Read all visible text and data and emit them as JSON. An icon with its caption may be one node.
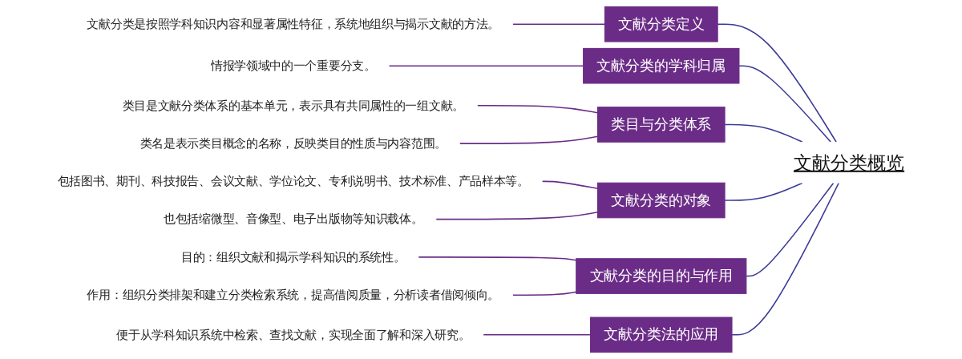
{
  "diagram": {
    "nodes": [
      {
        "text": [
          "文献分类概览"
        ]
      },
      {
        "text": [
          "文献分类定义"
        ]
      },
      {
        "text": [
          "文献分类是按照学科知识内容和显著属性特征，系统地组织与揭示文献的方法。"
        ]
      },
      {
        "text": [
          "文献分类的学科归属"
        ]
      },
      {
        "text": [
          "情报学领域中的一个重要分支。"
        ]
      },
      {
        "text": [
          "类目与分类体系"
        ]
      },
      {
        "text": [
          "类目是文献分类体系的基本单元，表示具有共同属性的一组文献。"
        ]
      },
      {
        "text": [
          "类名是表示类目概念的名称，反映类目的性质与内容范围。"
        ]
      },
      {
        "text": [
          "文献分类的对象"
        ]
      },
      {
        "text": [
          "包括图书、期刊、科技报告、会议文献、学位论文、专利说明书、技术标准、产品样本等。"
        ]
      },
      {
        "text": [
          "也包括缩微型、音像型、电子出版物等知识载体。"
        ]
      },
      {
        "text": [
          "文献分类的目的与作用"
        ]
      },
      {
        "text": [
          "目的：组织文献和揭示学科知识的系统性。"
        ]
      },
      {
        "text": [
          "作用：组织分类排架和建立分类检索系统，提高借阅质量，分析读者借阅倾向。"
        ]
      },
      {
        "text": [
          "文献分类法的应用"
        ]
      },
      {
        "text": [
          "便于从学科知识系统中检索、查找文献，实现全面了解和深入研究。"
        ]
      }
    ],
    "edges": [
      {
        "from": 0,
        "to": 1,
        "arrow": "none",
        "color": "#3b3b98"
      },
      {
        "from": 1,
        "to": 2,
        "arrow": "none"
      },
      {
        "from": 0,
        "to": 3,
        "arrow": "none",
        "color": "#3b3b98"
      },
      {
        "from": 3,
        "to": 4,
        "arrow": "none"
      },
      {
        "from": 0,
        "to": 5,
        "arrow": "none",
        "color": "#3b3b98"
      },
      {
        "from": 5,
        "to": 6,
        "arrow": "none"
      },
      {
        "from": 5,
        "to": 7,
        "arrow": "none"
      },
      {
        "from": 0,
        "to": 8,
        "arrow": "none",
        "color": "#3b3b98"
      },
      {
        "from": 8,
        "to": 9,
        "arrow": "none"
      },
      {
        "from": 8,
        "to": 10,
        "arrow": "none"
      },
      {
        "from": 0,
        "to": 11,
        "arrow": "none",
        "color": "#3b3b98"
      },
      {
        "from": 11,
        "to": 12,
        "arrow": "none"
      },
      {
        "from": 11,
        "to": 13,
        "arrow": "none"
      },
      {
        "from": 0,
        "to": 14,
        "arrow": "none",
        "color": "#3b3b98"
      },
      {
        "from": 14,
        "to": 15,
        "arrow": "none"
      }
    ]
  }
}
